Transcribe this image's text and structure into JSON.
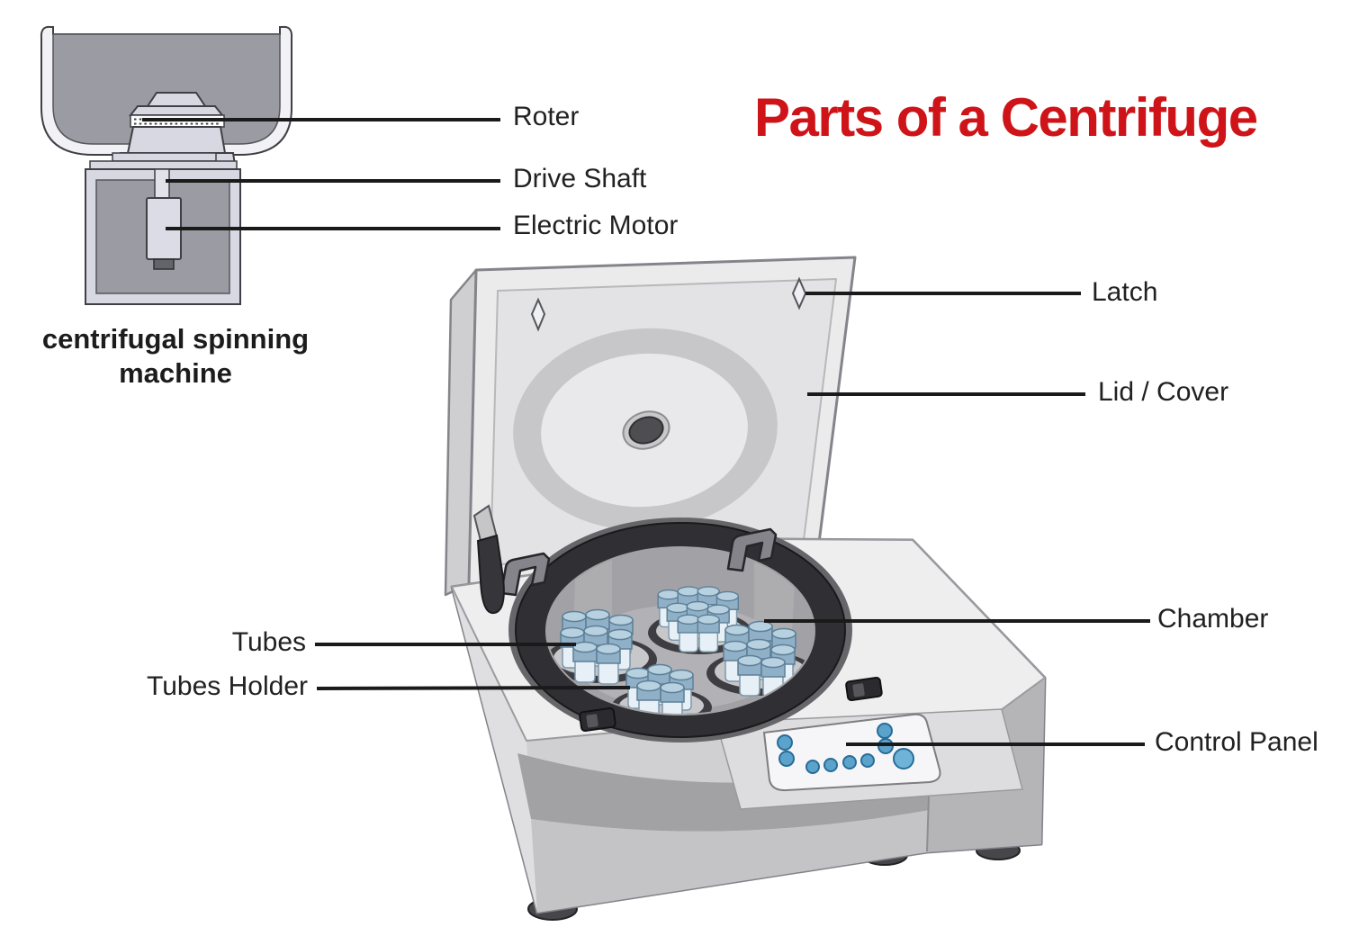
{
  "title": {
    "text": "Parts of a Centrifuge"
  },
  "caption": {
    "text": "centrifugal spinning machine"
  },
  "labels": {
    "roter": "Roter",
    "drive_shaft": "Drive Shaft",
    "electric_motor": "Electric Motor",
    "latch": "Latch",
    "lid_cover": "Lid / Cover",
    "chamber": "Chamber",
    "tubes": "Tubes",
    "tubes_holder": "Tubes Holder",
    "control_panel": "Control Panel"
  },
  "colors": {
    "title_red": "#ce1418",
    "label_text": "#212121",
    "leader_line": "#1a1a1a",
    "machine_body_light": "#eeeeef",
    "machine_body_shade": "#a2a2a5",
    "chamber_ring_dark": "#303034",
    "tube_cap_blue": "#8fb0c6",
    "button_blue": "#5ba3cb",
    "schematic_gray": "#9b9ba4",
    "schematic_lavender": "#d8d8e2"
  }
}
